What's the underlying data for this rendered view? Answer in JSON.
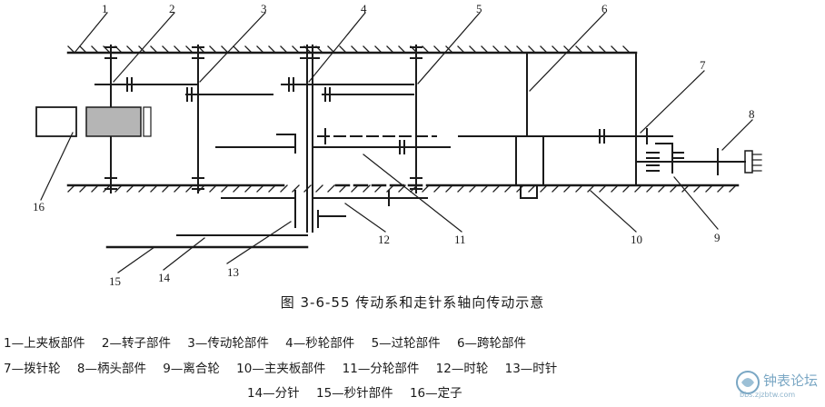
{
  "figure": {
    "caption": "图 3-6-55  传动系和走针系轴向传动示意",
    "callouts": [
      "1",
      "2",
      "3",
      "4",
      "5",
      "6",
      "7",
      "8",
      "9",
      "10",
      "11",
      "12",
      "13",
      "14",
      "15",
      "16"
    ]
  },
  "legend": {
    "line1": [
      "1—上夹板部件",
      "2—转子部件",
      "3—传动轮部件",
      "4—秒轮部件",
      "5—过轮部件",
      "6—跨轮部件"
    ],
    "line2": [
      "7—拨针轮",
      "8—柄头部件",
      "9—离合轮",
      "10—主夹板部件",
      "11—分轮部件",
      "12—时轮",
      "13—时针"
    ],
    "line3": [
      "14—分针",
      "15—秒针部件",
      "16—定子"
    ]
  },
  "watermark": {
    "text": "钟表论坛",
    "url": "bbs.zjzbtw.com"
  }
}
